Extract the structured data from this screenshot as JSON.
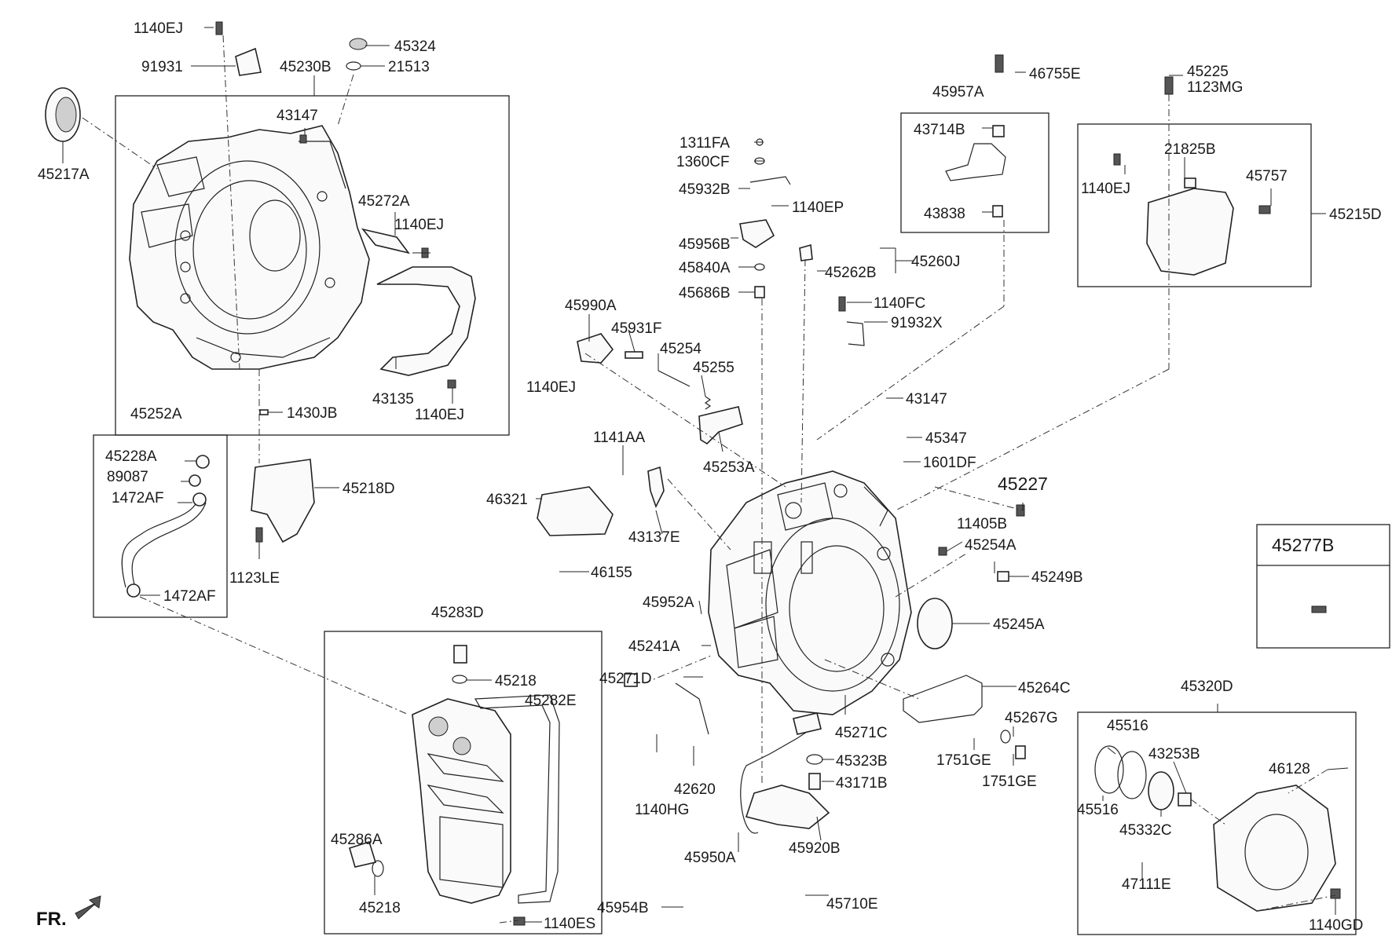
{
  "diagram": {
    "orientation_label": "FR.",
    "labels": {
      "l_1140EJ_a": "1140EJ",
      "l_45324": "45324",
      "l_91931": "91931",
      "l_45230B": "45230B",
      "l_21513": "21513",
      "l_43147_a": "43147",
      "l_45217A": "45217A",
      "l_45272A": "45272A",
      "l_1140EJ_b": "1140EJ",
      "l_43135": "43135",
      "l_1140EJ_c": "1140EJ",
      "l_1430JB": "1430JB",
      "l_45252A": "45252A",
      "l_45228A": "45228A",
      "l_89087": "89087",
      "l_1472AF_a": "1472AF",
      "l_1472AF_b": "1472AF",
      "l_45218D": "45218D",
      "l_1123LE": "1123LE",
      "l_45283D": "45283D",
      "l_45218_a": "45218",
      "l_45282E": "45282E",
      "l_45286A": "45286A",
      "l_45218_b": "45218",
      "l_1140ES": "1140ES",
      "l_1311FA": "1311FA",
      "l_1360CF": "1360CF",
      "l_45932B": "45932B",
      "l_1140EP": "1140EP",
      "l_45956B": "45956B",
      "l_45840A": "45840A",
      "l_45686B": "45686B",
      "l_45990A": "45990A",
      "l_45931F": "45931F",
      "l_1140EJ_d": "1140EJ",
      "l_45254": "45254",
      "l_45255": "45255",
      "l_45253A": "45253A",
      "l_1141AA": "1141AA",
      "l_46321": "46321",
      "l_43137E": "43137E",
      "l_46155": "46155",
      "l_45952A": "45952A",
      "l_45241A": "45241A",
      "l_45271D": "45271D",
      "l_1140HG": "1140HG",
      "l_42620": "42620",
      "l_45950A": "45950A",
      "l_45954B": "45954B",
      "l_45710E": "45710E",
      "l_45920B": "45920B",
      "l_43171B": "43171B",
      "l_45323B": "45323B",
      "l_45271C": "45271C",
      "l_46755E": "46755E",
      "l_45957A": "45957A",
      "l_43714B": "43714B",
      "l_43838": "43838",
      "l_45260J": "45260J",
      "l_45262B": "45262B",
      "l_1140FC": "1140FC",
      "l_91932X": "91932X",
      "l_43147_b": "43147",
      "l_45347": "45347",
      "l_1601DF": "1601DF",
      "l_45227": "45227",
      "l_11405B": "11405B",
      "l_45254A": "45254A",
      "l_45249B": "45249B",
      "l_45245A": "45245A",
      "l_45264C": "45264C",
      "l_45267G": "45267G",
      "l_1751GE_a": "1751GE",
      "l_1751GE_b": "1751GE",
      "l_45225": "45225",
      "l_1123MG": "1123MG",
      "l_21825B": "21825B",
      "l_1140EJ_e": "1140EJ",
      "l_45757": "45757",
      "l_45215D": "45215D",
      "l_45277B": "45277B",
      "l_45320D": "45320D",
      "l_45516_a": "45516",
      "l_45516_b": "45516",
      "l_43253B": "43253B",
      "l_46128": "46128",
      "l_45332C": "45332C",
      "l_47111E": "47111E",
      "l_1140GD": "1140GD"
    }
  }
}
